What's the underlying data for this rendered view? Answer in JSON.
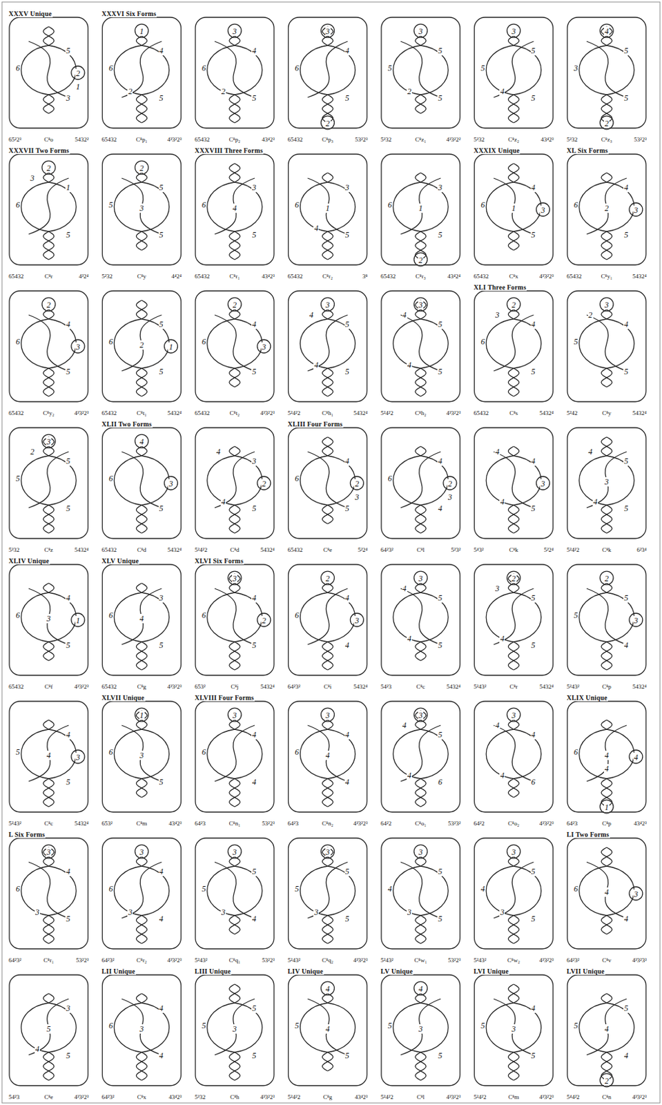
{
  "diagram": {
    "labels": [
      "XXXV Unique",
      "65²2³",
      "C⁸o",
      "5432²",
      "5",
      "2",
      "1",
      "6",
      "3",
      "XXXVI Six Forms",
      "65432",
      "C⁸p₁",
      "4³3²2³",
      "1",
      "4",
      "6",
      "2",
      "5",
      "65432",
      "C⁸p₂",
      "43⁴2³",
      "3",
      "4",
      "6",
      "2",
      "5",
      "65432",
      "C⁸p₃",
      "53²2³",
      "3",
      "4",
      "6",
      "2",
      "5",
      "5³32",
      "C⁸z₁",
      "4³3²2²",
      "3",
      "5",
      "5",
      "2",
      "5",
      "5³32",
      "C⁸z₂",
      "43⁴2³",
      "3",
      "5",
      "5",
      "4",
      "5",
      "5³32",
      "C⁸z₃",
      "53²2³",
      "4",
      "5",
      "3",
      "5",
      "2",
      "XXXVII Two Forms",
      "65432",
      "C⁸r",
      "4³2⁴",
      "2",
      "3",
      "1",
      "6",
      "5",
      "5²32",
      "C⁸y",
      "4⁴2⁴",
      "2",
      "3",
      "5",
      "5",
      "5",
      "XXXVIII Three Forms",
      "65432",
      "C⁸r₁",
      "43⁴2³",
      "3",
      "4",
      "6",
      "5",
      "65432",
      "C⁸r₂",
      "3⁸",
      "3",
      "1",
      "6",
      "4",
      "5",
      "65432",
      "C⁸r₃",
      "43⁴2⁴",
      "3",
      "1",
      "6",
      "2",
      "5",
      "XXXIX Unique",
      "65432",
      "C⁸x",
      "4³3²2³",
      "4",
      "1",
      "3",
      "6",
      "5",
      "XL Six Forms",
      "65432",
      "C⁸y₁",
      "5432⁴",
      "4",
      "2",
      "3",
      "6",
      "5",
      "65432",
      "C⁸y₂",
      "4³3²2³",
      "2",
      "4",
      "6",
      "3",
      "5",
      "65432",
      "C⁸t₁",
      "5432⁴",
      "2",
      "5",
      "1",
      "6",
      "5",
      "65432",
      "C⁸t₂",
      "4³3²2³",
      "2",
      "4",
      "6",
      "3",
      "5",
      "5²4²2",
      "C⁸h₁",
      "5432⁴",
      "4",
      "3",
      "5",
      "4",
      "5",
      "5²4²2",
      "C⁸h₂",
      "4³3²2³",
      "4",
      "3",
      "5",
      "4",
      "5",
      "XLI Three Forms",
      "65432",
      "C⁸s",
      "5432⁴",
      "3",
      "2",
      "4",
      "6",
      "5",
      "5²42",
      "C⁸y",
      "5432⁴",
      "2",
      "3",
      "4",
      "5",
      "5",
      "5³32",
      "C⁸z",
      "5432⁴",
      "2",
      "3",
      "5",
      "5",
      "5",
      "XLII Two Forms",
      "65432",
      "C⁸d",
      "5432⁴",
      "4",
      "3",
      "6",
      "5",
      "5²4²2",
      "C⁸d",
      "5432⁴",
      "4",
      "3",
      "2",
      "4",
      "5",
      "XLIII Four Forms",
      "65432",
      "C⁸e",
      "5²2⁴",
      "4",
      "2",
      "3",
      "6",
      "5",
      "64²3²",
      "C⁸l",
      "5²3²",
      "4",
      "2",
      "3",
      "6",
      "4",
      "5⁴3²",
      "C⁸k",
      "5²2⁴",
      "4",
      "4",
      "3",
      "4",
      "5",
      "5²4²2",
      "C⁸k",
      "6²3⁴",
      "4",
      "5",
      "3",
      "4",
      "5",
      "XLIV Unique",
      "65432",
      "C⁸f",
      "4³3²2³",
      "4",
      "3",
      "1",
      "6",
      "5",
      "XLV Unique",
      "65432",
      "C⁸g",
      "4³3²2³",
      "3",
      "4",
      "6",
      "5",
      "XLVI Six Forms",
      "653²",
      "C⁸j",
      "5432⁴",
      "3",
      "4",
      "6",
      "2",
      "5",
      "64²3²",
      "C⁸i",
      "5432⁴",
      "2",
      "4",
      "6",
      "3",
      "4",
      "54²3",
      "C⁸c",
      "5432⁴",
      "4",
      "3",
      "5",
      "4",
      "5",
      "5²43²",
      "C⁸r",
      "5432⁴",
      "3",
      "2",
      "5",
      "4",
      "5",
      "5²43²",
      "C⁸p",
      "5432⁴",
      "2",
      "5",
      "5",
      "3",
      "4",
      "5²43²",
      "C⁸c",
      "5432⁴",
      "4",
      "4",
      "5",
      "3",
      "5",
      "XLVII Unique",
      "653²",
      "C⁸m",
      "43⁴2³",
      "1",
      "3",
      "6",
      "5",
      "XLVIII Four Forms",
      "64²3",
      "C⁸n₁",
      "53²2³",
      "3",
      "4",
      "6",
      "4",
      "64²3",
      "C⁸n₂",
      "4³3²2³",
      "3",
      "4",
      "6",
      "4",
      "4",
      "64²2",
      "C⁸o₁",
      "53²3²",
      "4",
      "3",
      "5",
      "4",
      "6",
      "64²2",
      "C⁸o₂",
      "4³3²2³",
      "4",
      "3",
      "4",
      "4",
      "6",
      "XLIX Unique",
      "64²3",
      "C⁸p",
      "43⁴2³",
      "4",
      "4",
      "6",
      "4",
      "1",
      "L Six Forms",
      "64²3²",
      "C⁸r₁",
      "53²2³",
      "3",
      "4",
      "6",
      "3",
      "5",
      "64²3²",
      "C⁸r₂",
      "4³3²2³",
      "3",
      "4",
      "6",
      "3",
      "4",
      "5²43²",
      "C⁸q₁",
      "53²2³",
      "3",
      "5",
      "5",
      "3",
      "4",
      "5²43²",
      "C⁸q₂",
      "4³3²2³",
      "3",
      "5",
      "5",
      "3",
      "5",
      "5²43²",
      "C⁸w₁",
      "53²2³",
      "3",
      "5",
      "4",
      "3",
      "5",
      "5²43²",
      "C⁸w₂",
      "4³3²2³",
      "3",
      "5",
      "4",
      "3",
      "5",
      "LI Two Forms",
      "64²3²",
      "C⁸v",
      "4³3²3³",
      "4",
      "3",
      "6",
      "4",
      "54²3",
      "C⁸e",
      "4³3²2³",
      "3",
      "5",
      "4",
      "5",
      "LII Unique",
      "64²3²",
      "C⁸x",
      "43⁴2³",
      "4",
      "3",
      "6",
      "4",
      "LIII Unique",
      "5³32",
      "C⁸h",
      "4³3²2³",
      "5",
      "3",
      "5",
      "5",
      "LIV Unique",
      "5²4²2",
      "C⁸g",
      "43⁴2³",
      "4",
      "4",
      "5",
      "5",
      "LV Unique",
      "5²4²2",
      "C⁸l",
      "4³3²2³",
      "4",
      "3",
      "5",
      "5",
      "LVI Unique",
      "5²4²2",
      "C⁸m",
      "4³3²2³",
      "4",
      "3",
      "5",
      "5",
      "LVII Unique",
      "5⁴4²2",
      "C⁸n",
      "4³3²2³",
      "5",
      "4",
      "5",
      "4",
      "2"
    ]
  }
}
